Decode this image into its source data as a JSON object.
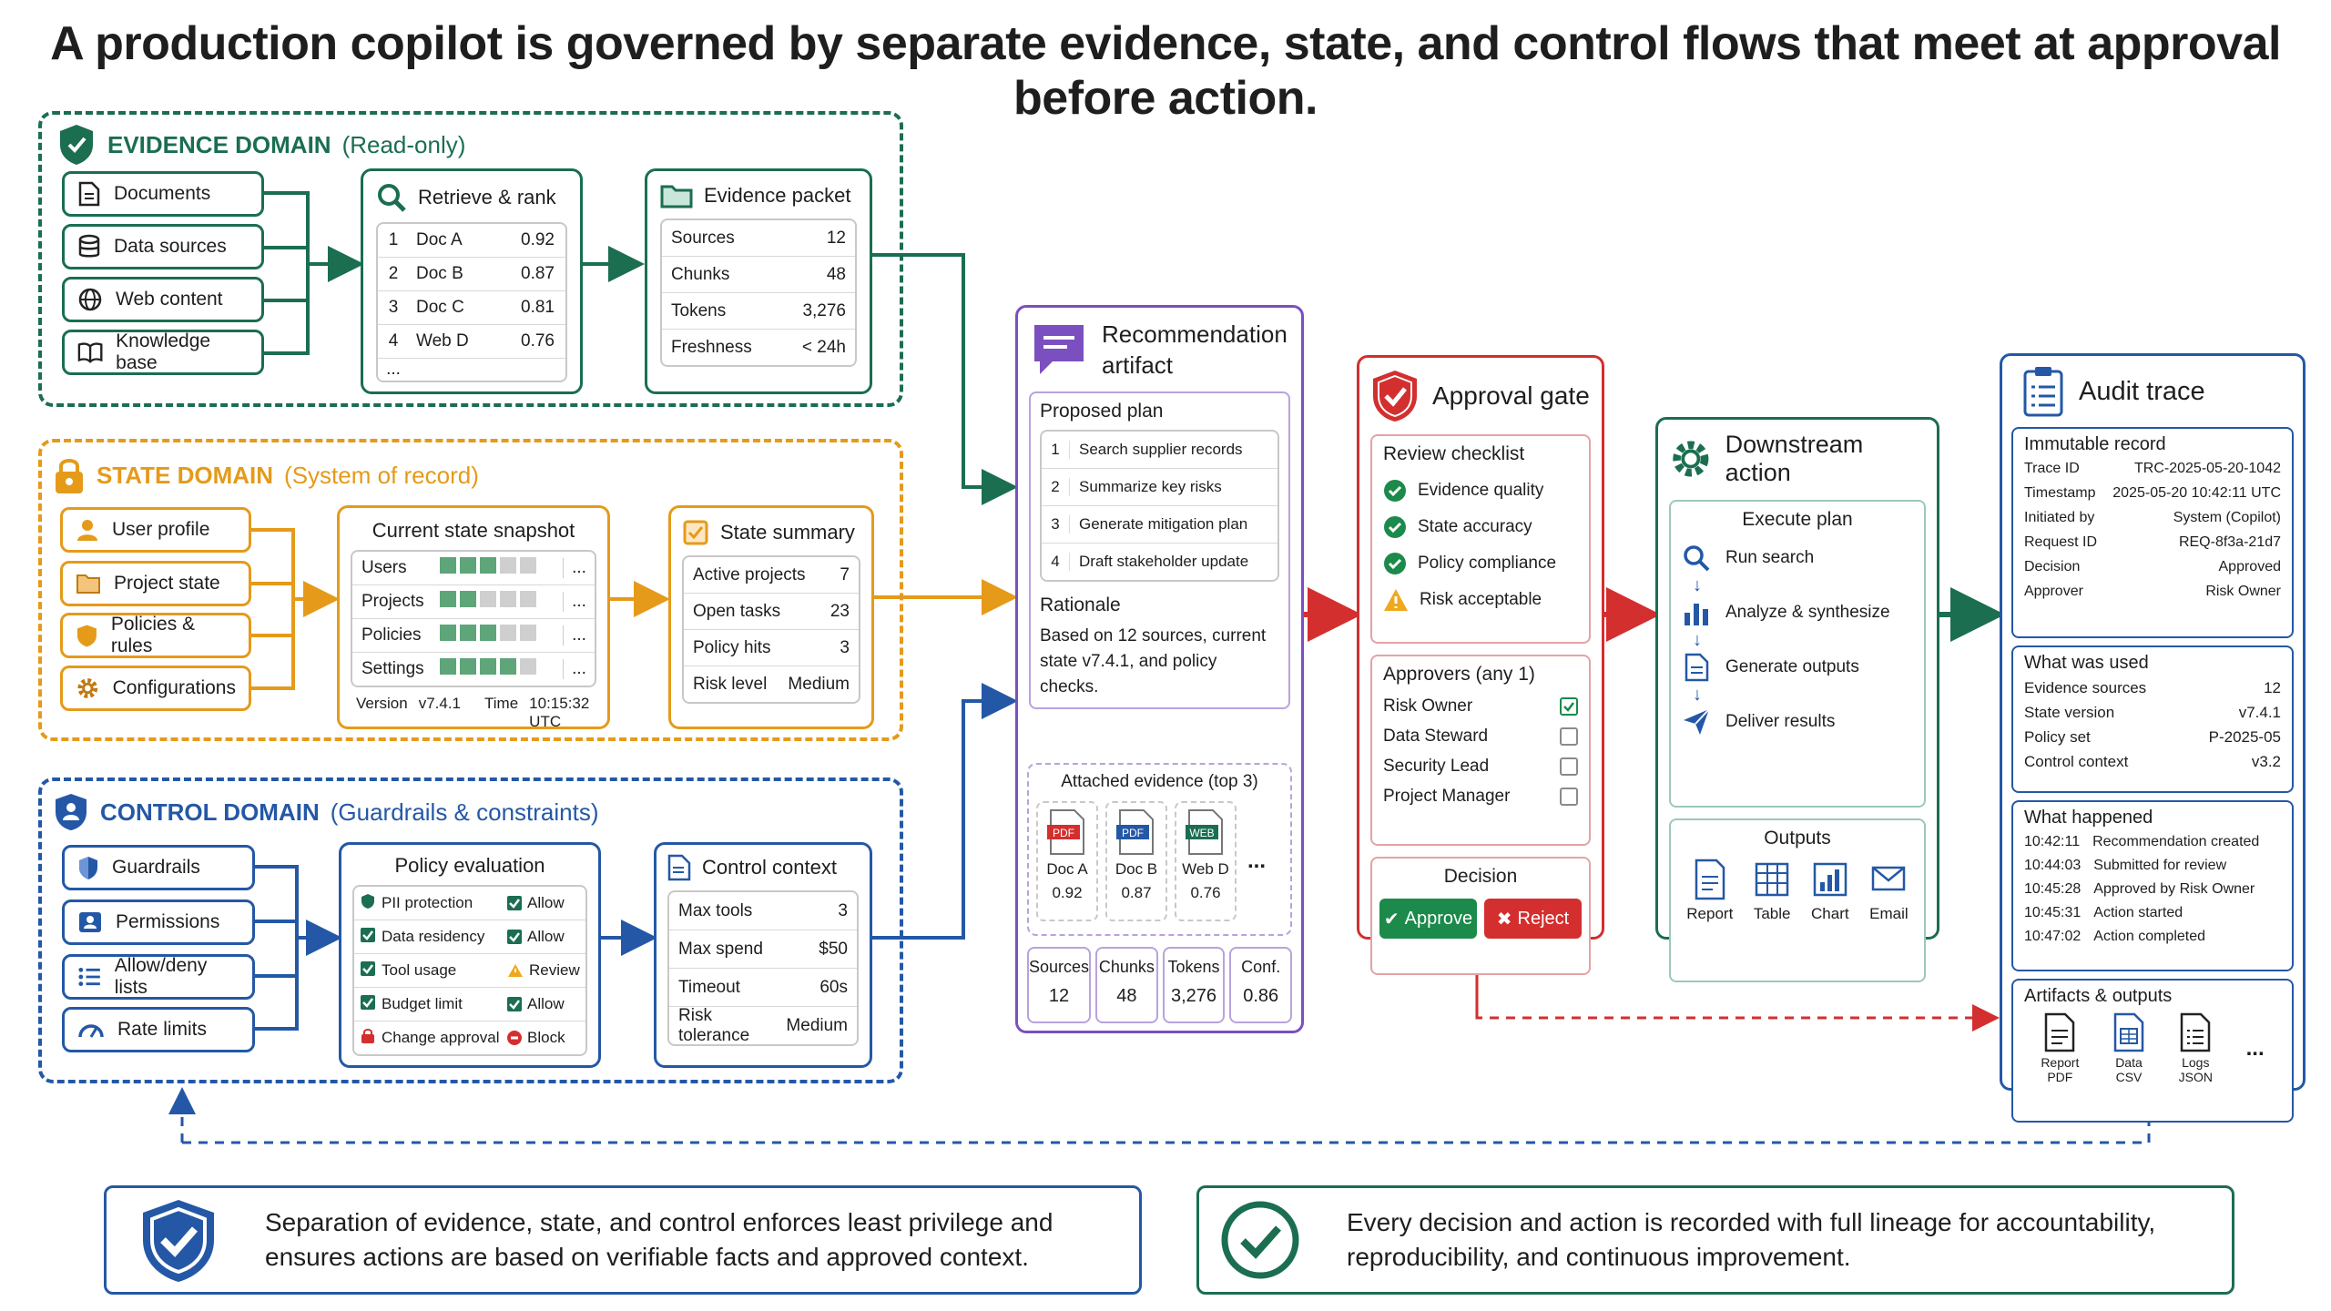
{
  "title": "A production copilot is governed by separate evidence, state, and control flows that meet at approval before action.",
  "colors": {
    "evidence": "#1b6e50",
    "state": "#e59a1a",
    "control": "#2458a6",
    "recommendation": "#7b4fc0",
    "approval": "#d32f2f",
    "downstream": "#1b6e50",
    "audit": "#2458a6"
  },
  "evidence": {
    "title": "EVIDENCE DOMAIN",
    "subtitle": "(Read-only)",
    "sources": [
      "Documents",
      "Data sources",
      "Web content",
      "Knowledge base"
    ],
    "retrieve": {
      "title": "Retrieve & rank",
      "rows": [
        {
          "n": "1",
          "doc": "Doc A",
          "score": "0.92"
        },
        {
          "n": "2",
          "doc": "Doc B",
          "score": "0.87"
        },
        {
          "n": "3",
          "doc": "Doc C",
          "score": "0.81"
        },
        {
          "n": "4",
          "doc": "Web D",
          "score": "0.76"
        }
      ],
      "more": "..."
    },
    "packet": {
      "title": "Evidence packet",
      "rows": [
        {
          "k": "Sources",
          "v": "12"
        },
        {
          "k": "Chunks",
          "v": "48"
        },
        {
          "k": "Tokens",
          "v": "3,276"
        },
        {
          "k": "Freshness",
          "v": "< 24h"
        }
      ]
    }
  },
  "state": {
    "title": "STATE DOMAIN",
    "subtitle": "(System of record)",
    "sources": [
      "User profile",
      "Project state",
      "Policies & rules",
      "Configurations"
    ],
    "snapshot": {
      "title": "Current state snapshot",
      "rows": [
        "Users",
        "Projects",
        "Policies",
        "Settings"
      ],
      "more": "...",
      "version_label": "Version",
      "version": "v7.4.1",
      "time_label": "Time",
      "time": "10:15:32 UTC"
    },
    "summary": {
      "title": "State summary",
      "rows": [
        {
          "k": "Active projects",
          "v": "7"
        },
        {
          "k": "Open tasks",
          "v": "23"
        },
        {
          "k": "Policy hits",
          "v": "3"
        },
        {
          "k": "Risk level",
          "v": "Medium"
        }
      ]
    }
  },
  "control": {
    "title": "CONTROL DOMAIN",
    "subtitle": "(Guardrails & constraints)",
    "sources": [
      "Guardrails",
      "Permissions",
      "Allow/deny lists",
      "Rate limits"
    ],
    "policy": {
      "title": "Policy evaluation",
      "rows": [
        {
          "name": "PII protection",
          "result": "Allow",
          "status": "ok"
        },
        {
          "name": "Data residency",
          "result": "Allow",
          "status": "ok"
        },
        {
          "name": "Tool usage",
          "result": "Review",
          "status": "warn"
        },
        {
          "name": "Budget limit",
          "result": "Allow",
          "status": "ok"
        },
        {
          "name": "Change approval",
          "result": "Block",
          "status": "block"
        }
      ]
    },
    "context": {
      "title": "Control context",
      "rows": [
        {
          "k": "Max tools",
          "v": "3"
        },
        {
          "k": "Max spend",
          "v": "$50"
        },
        {
          "k": "Timeout",
          "v": "60s"
        },
        {
          "k": "Risk tolerance",
          "v": "Medium"
        }
      ]
    }
  },
  "recommendation": {
    "title_line1": "Recommendation",
    "title_line2": "artifact",
    "plan_title": "Proposed plan",
    "plan": [
      {
        "n": "1",
        "step": "Search supplier records"
      },
      {
        "n": "2",
        "step": "Summarize key risks"
      },
      {
        "n": "3",
        "step": "Generate mitigation plan"
      },
      {
        "n": "4",
        "step": "Draft stakeholder update"
      }
    ],
    "rationale_title": "Rationale",
    "rationale": "Based on 12 sources, current state v7.4.1, and policy checks.",
    "evidence_title": "Attached evidence (top 3)",
    "evidence": [
      {
        "type": "PDF",
        "name": "Doc A",
        "score": "0.92"
      },
      {
        "type": "PDF",
        "name": "Doc B",
        "score": "0.87"
      },
      {
        "type": "WEB",
        "name": "Web D",
        "score": "0.76"
      }
    ],
    "more": "...",
    "stats": [
      {
        "k": "Sources",
        "v": "12"
      },
      {
        "k": "Chunks",
        "v": "48"
      },
      {
        "k": "Tokens",
        "v": "3,276"
      },
      {
        "k": "Conf.",
        "v": "0.86"
      }
    ]
  },
  "approval": {
    "title": "Approval gate",
    "checklist_title": "Review checklist",
    "checklist": [
      {
        "label": "Evidence quality",
        "status": "ok"
      },
      {
        "label": "State accuracy",
        "status": "ok"
      },
      {
        "label": "Policy compliance",
        "status": "ok"
      },
      {
        "label": "Risk acceptable",
        "status": "warn"
      }
    ],
    "approvers_title": "Approvers (any 1)",
    "approvers": [
      {
        "name": "Risk Owner",
        "checked": true
      },
      {
        "name": "Data Steward",
        "checked": false
      },
      {
        "name": "Security Lead",
        "checked": false
      },
      {
        "name": "Project Manager",
        "checked": false
      }
    ],
    "decision_title": "Decision",
    "approve_label": "Approve",
    "reject_label": "Reject"
  },
  "downstream": {
    "title": "Downstream action",
    "execute_title": "Execute plan",
    "steps": [
      "Run search",
      "Analyze & synthesize",
      "Generate outputs",
      "Deliver results"
    ],
    "outputs_title": "Outputs",
    "outputs": [
      "Report",
      "Table",
      "Chart",
      "Email"
    ]
  },
  "audit": {
    "title": "Audit trace",
    "immutable_title": "Immutable record",
    "immutable": [
      {
        "k": "Trace ID",
        "v": "TRC-2025-05-20-1042"
      },
      {
        "k": "Timestamp",
        "v": "2025-05-20 10:42:11 UTC"
      },
      {
        "k": "Initiated by",
        "v": "System (Copilot)"
      },
      {
        "k": "Request ID",
        "v": "REQ-8f3a-21d7"
      },
      {
        "k": "Decision",
        "v": "Approved"
      },
      {
        "k": "Approver",
        "v": "Risk Owner"
      }
    ],
    "used_title": "What was used",
    "used": [
      {
        "k": "Evidence sources",
        "v": "12"
      },
      {
        "k": "State version",
        "v": "v7.4.1"
      },
      {
        "k": "Policy set",
        "v": "P-2025-05"
      },
      {
        "k": "Control context",
        "v": "v3.2"
      }
    ],
    "happened_title": "What happened",
    "happened": [
      {
        "t": "10:42:11",
        "e": "Recommendation created"
      },
      {
        "t": "10:44:03",
        "e": "Submitted for review"
      },
      {
        "t": "10:45:28",
        "e": "Approved by Risk Owner"
      },
      {
        "t": "10:45:31",
        "e": "Action started"
      },
      {
        "t": "10:47:02",
        "e": "Action completed"
      }
    ],
    "artifacts_title": "Artifacts & outputs",
    "artifacts": [
      {
        "l1": "Report",
        "l2": "PDF"
      },
      {
        "l1": "Data",
        "l2": "CSV"
      },
      {
        "l1": "Logs",
        "l2": "JSON"
      }
    ],
    "more": "..."
  },
  "footer": {
    "left": "Separation of evidence, state, and control enforces least privilege and ensures actions are based on verifiable facts and approved context.",
    "right": "Every decision and action is recorded with full lineage for accountability, reproducibility, and continuous improvement."
  }
}
